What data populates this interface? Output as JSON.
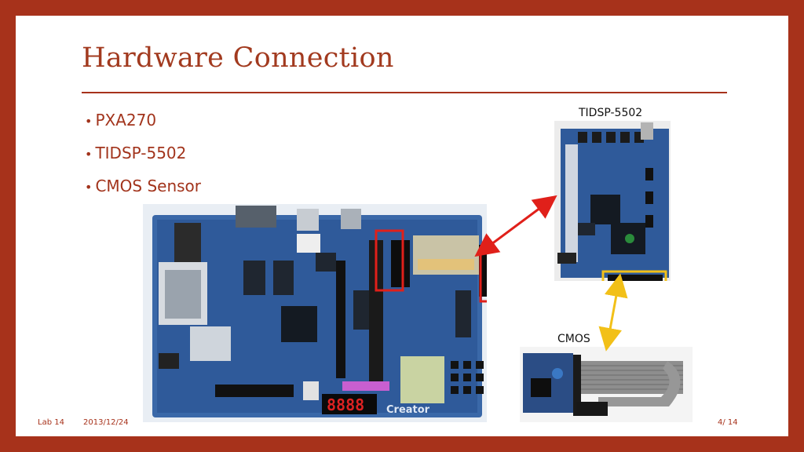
{
  "slide": {
    "title": "Hardware Connection",
    "bullets": [
      "PXA270",
      "TIDSP-5502",
      "CMOS Sensor"
    ],
    "captions": {
      "dsp": "TIDSP-5502",
      "cmos": "CMOS"
    },
    "footer": {
      "left": "Lab 14",
      "date": "2013/12/24",
      "page": "4/ 14"
    },
    "board_text": {
      "creator_logo": "Creator",
      "seven_seg": "8888"
    }
  },
  "colors": {
    "frame": "#a7321b",
    "title": "#a23a1f",
    "highlight_red": "#e0201a",
    "highlight_yellow": "#f2c018",
    "pcb_blue": "#2f5a9a"
  }
}
